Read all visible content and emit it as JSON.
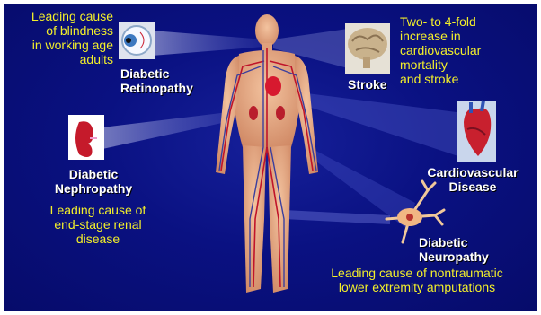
{
  "retinopathy": {
    "label": "Diabetic Retinopathy",
    "label_lines": [
      "Diabetic",
      "Retinopathy"
    ],
    "note_lines": [
      "Leading cause",
      "of blindness",
      "in working age",
      "adults"
    ]
  },
  "stroke": {
    "label": "Stroke",
    "note_lines": [
      "Two- to 4-fold",
      "increase in",
      "cardiovascular",
      "mortality",
      "and stroke"
    ]
  },
  "nephropathy": {
    "label_lines": [
      "Diabetic",
      "Nephropathy"
    ],
    "note_lines": [
      "Leading cause of",
      "end-stage renal",
      "disease"
    ]
  },
  "cardiovascular": {
    "label_lines": [
      "Cardiovascular",
      "Disease"
    ]
  },
  "neuropathy": {
    "label_lines": [
      "Diabetic",
      "Neuropathy"
    ],
    "note_lines": [
      "Leading cause of nontraumatic",
      "lower extremity amputations"
    ]
  },
  "colors": {
    "background": "#0a1182",
    "note_text": "#f3ef2a",
    "label_text": "#ffffff",
    "body_skin": "#e9a882",
    "vessels_arterial": "#c0142a",
    "vessels_venous": "#3b3f9e"
  },
  "icons": [
    "eye-icon",
    "brain-icon",
    "kidney-icon",
    "heart-icon",
    "neuron-icon",
    "human-body-figure"
  ]
}
